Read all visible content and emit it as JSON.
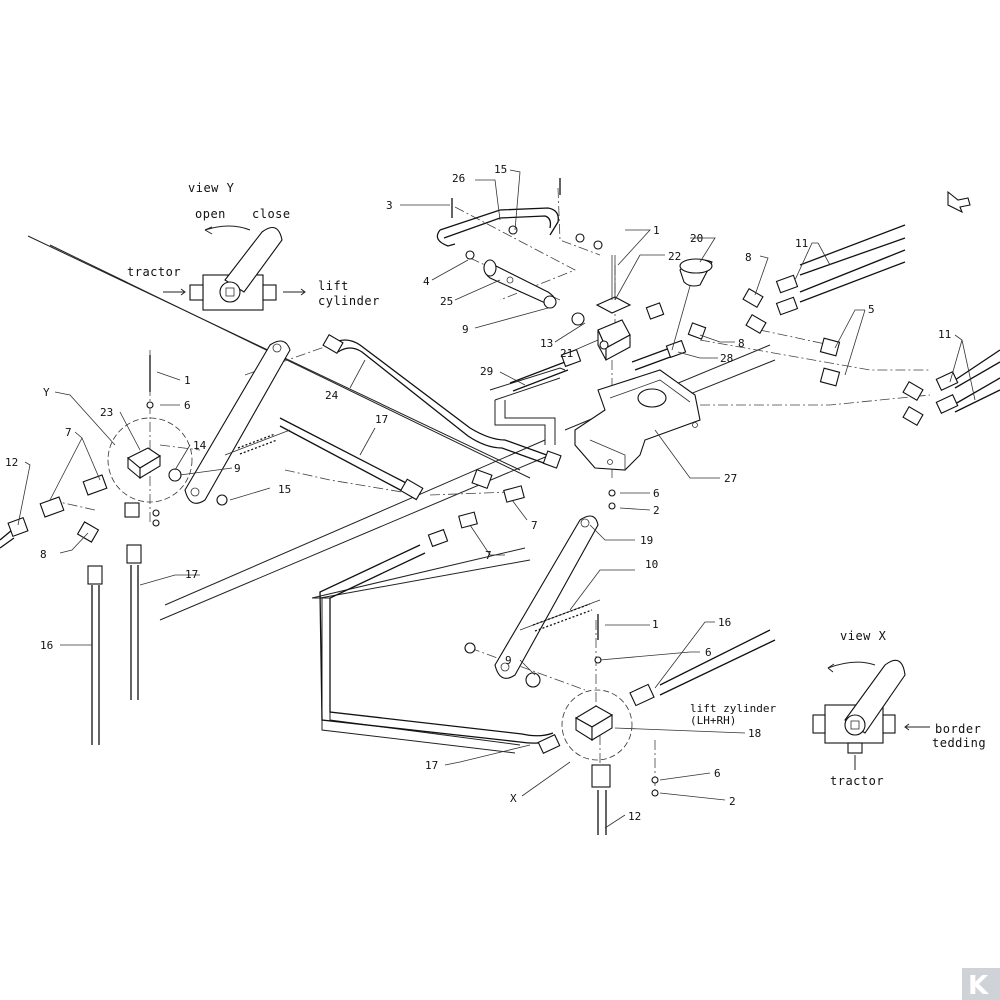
{
  "view_y": {
    "title": "view Y",
    "open": "open",
    "close": "close",
    "tractor": "tractor",
    "lift_line1": "lift",
    "lift_line2": "cylinder"
  },
  "view_x": {
    "title": "view X",
    "tractor": "tractor",
    "border_line1": "border",
    "border_line2": "tedding"
  },
  "lift_note": {
    "line1": "lift zylinder",
    "line2": "(LH+RH)"
  },
  "callouts": {
    "c26": "26",
    "c15a": "15",
    "c3": "3",
    "c4": "4",
    "c25": "25",
    "c9a": "9",
    "c13": "13",
    "c1a": "1",
    "c22": "22",
    "c21": "21",
    "c20": "20",
    "c8a": "8",
    "c28": "28",
    "c29": "29",
    "c27": "27",
    "c6a": "6",
    "c2a": "2",
    "c8b": "8",
    "c11a": "11",
    "c5": "5",
    "c11b": "11",
    "c1b": "1",
    "c6b": "6",
    "cY": "Y",
    "c23": "23",
    "c14": "14",
    "c9b": "9",
    "c15b": "15",
    "c7a": "7",
    "c12a": "12",
    "c8c": "8",
    "c17a": "17",
    "c16a": "16",
    "c24": "24",
    "c17b": "17",
    "c7b": "7",
    "c7c": "7",
    "c19": "19",
    "c10": "10",
    "c1c": "1",
    "c6c": "6",
    "c9c": "9",
    "c16b": "16",
    "c18": "18",
    "c17c": "17",
    "cX": "X",
    "c6d": "6",
    "c2b": "2",
    "c12b": "12"
  },
  "brand": {
    "logo": "K"
  }
}
